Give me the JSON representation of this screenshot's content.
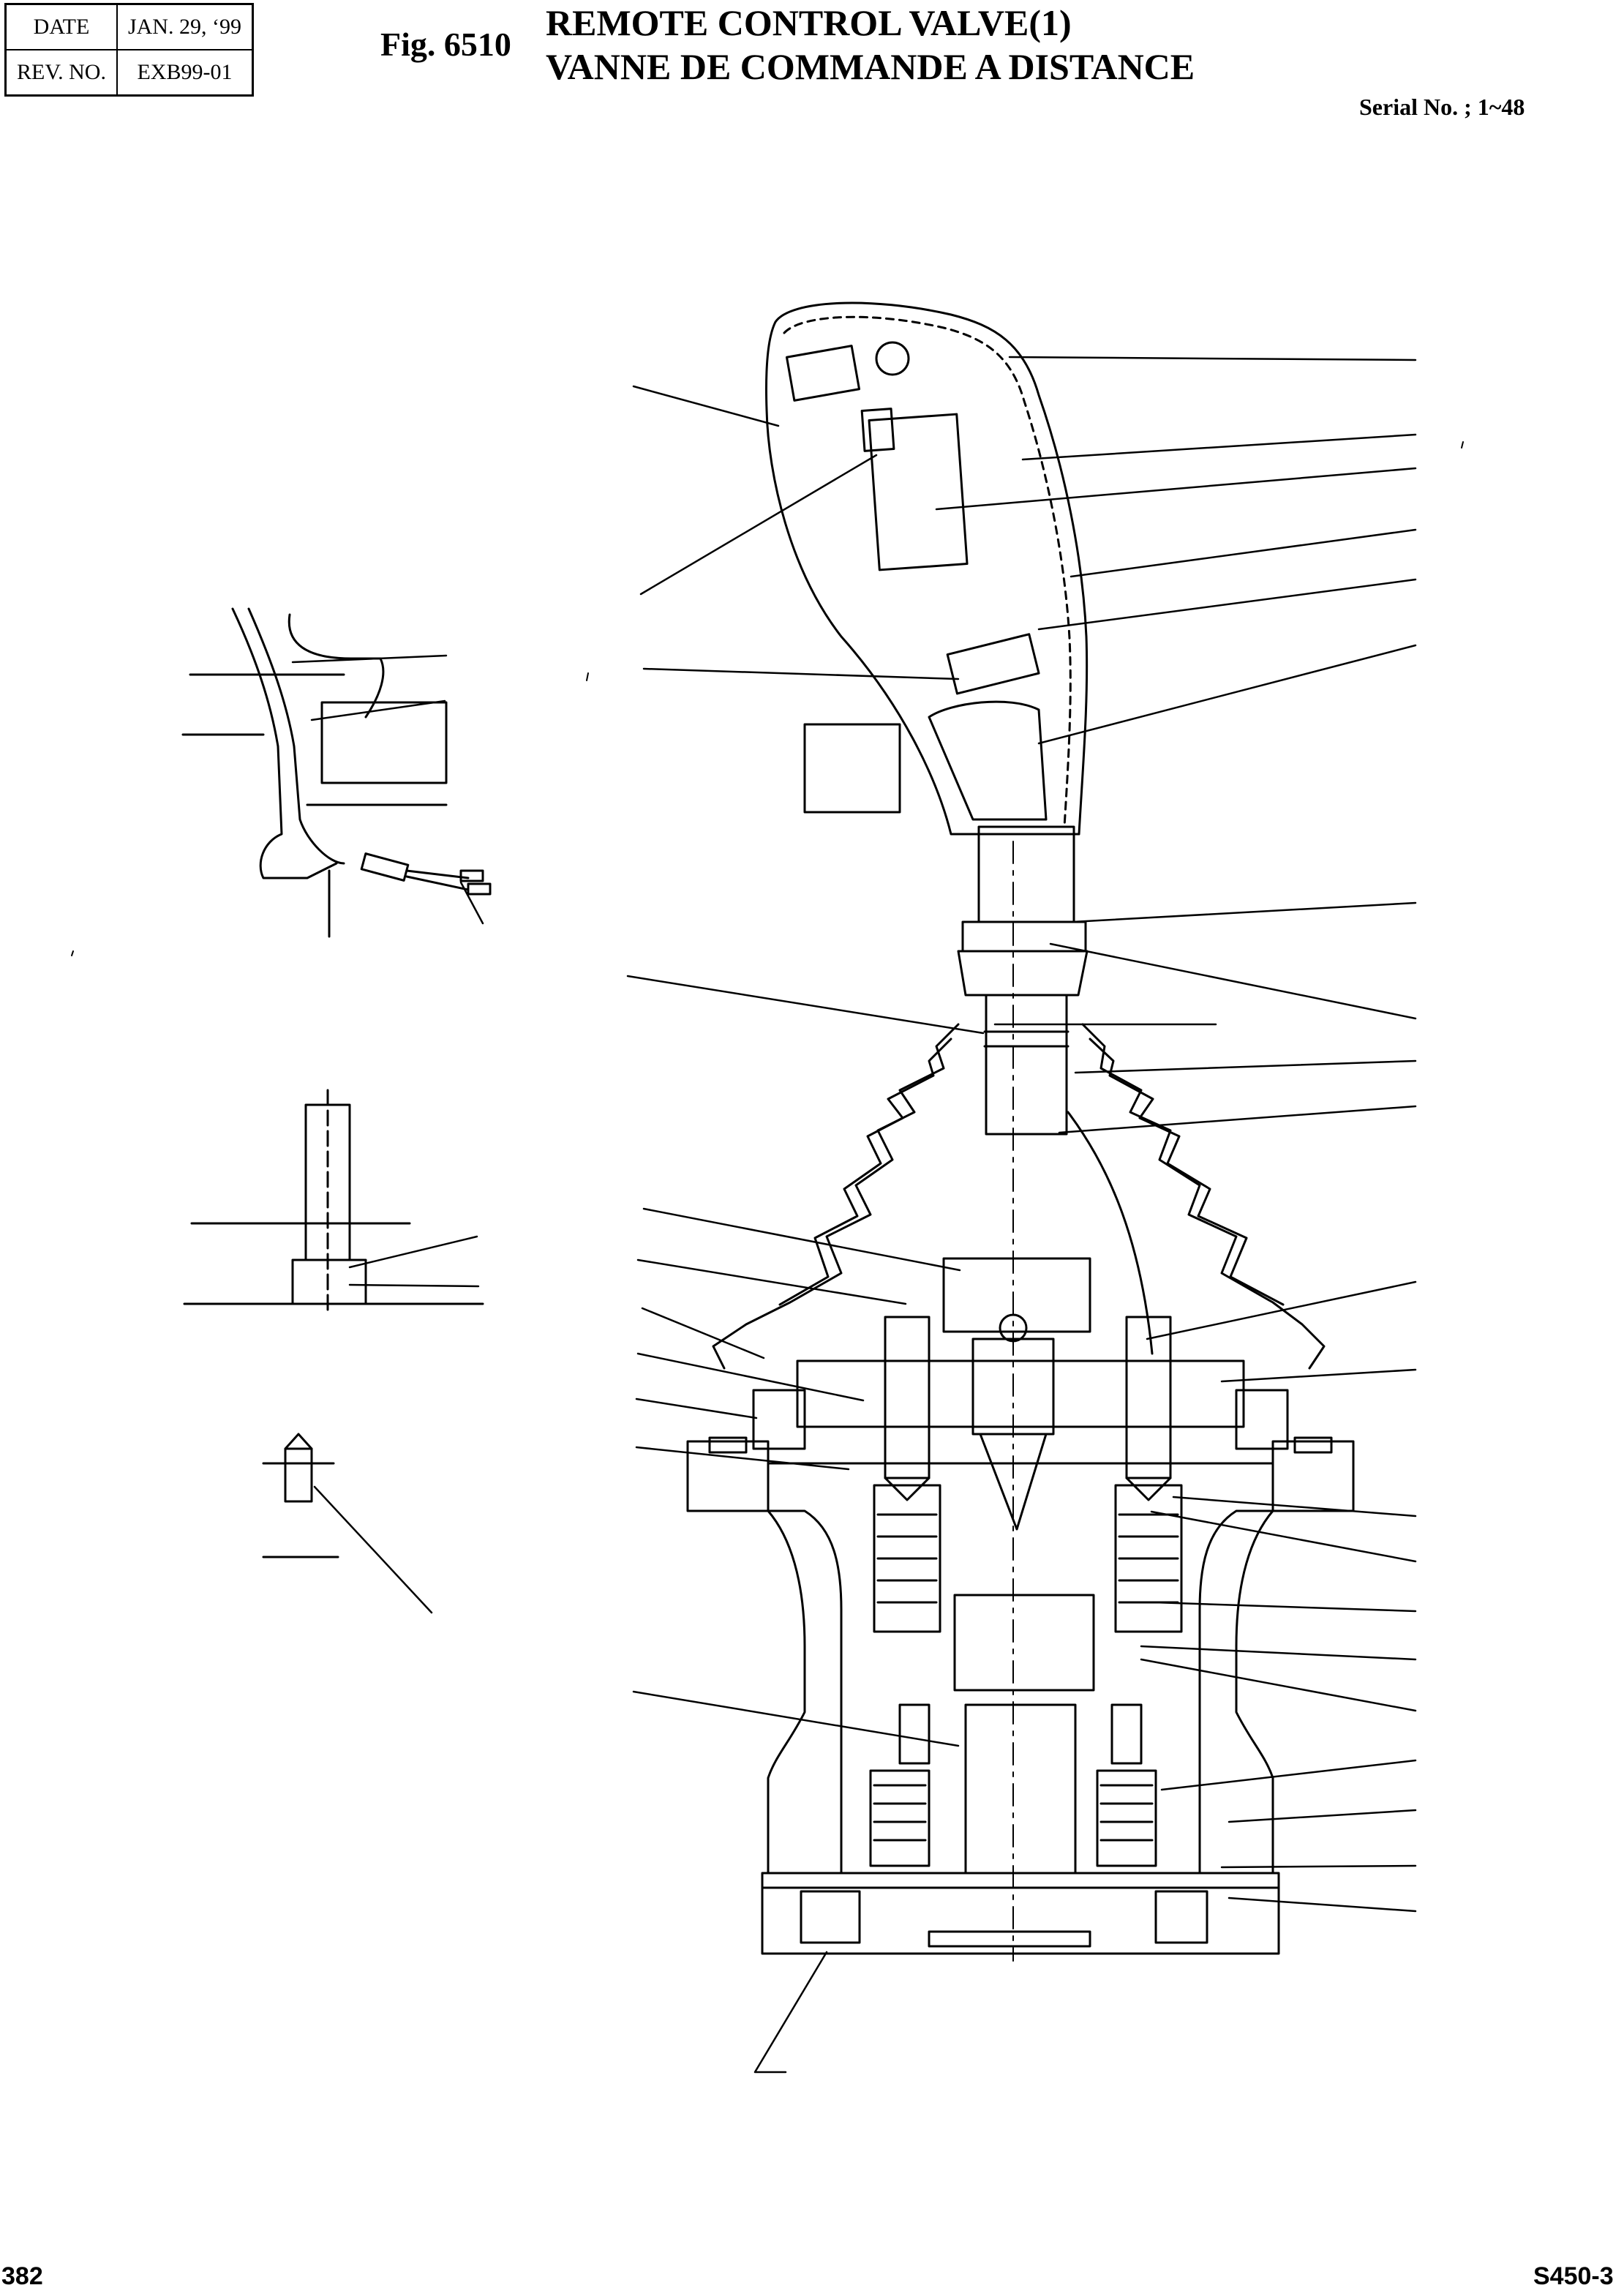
{
  "header": {
    "date_label": "DATE",
    "date_value": "JAN. 29, ‘99",
    "rev_label": "REV. NO.",
    "rev_value": "EXB99-01",
    "fig_number": "Fig. 6510",
    "title_en": "REMOTE CONTROL VALVE(1)",
    "title_fr": "VANNE DE COMMANDE A DISTANCE",
    "serial": "Serial No. ; 1~48"
  },
  "footer": {
    "page_number": "382",
    "model": "S450-3"
  },
  "drawing": {
    "line_color": "#000000"
  }
}
